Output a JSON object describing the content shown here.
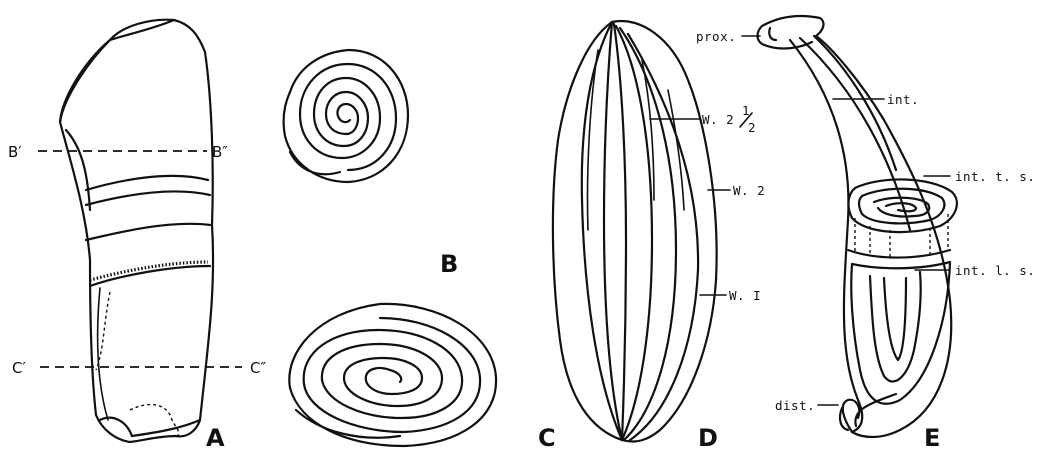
{
  "figure": {
    "panels": [
      "A",
      "B",
      "C",
      "D",
      "E"
    ],
    "section_labels": {
      "b_prime": "B′",
      "b_double_prime": "B″",
      "c_prime": "C′",
      "c_double_prime": "C″"
    },
    "whorl_labels": {
      "w2_half": "W. 2",
      "w2_half_frac_num": "1",
      "w2_half_frac_den": "2",
      "w2": "W. 2",
      "w1": "W. I"
    },
    "part_labels": {
      "prox": "prox.",
      "int": "int.",
      "int_ts": "int. t. s.",
      "int_ls": "int. l. s.",
      "dist": "dist."
    }
  }
}
